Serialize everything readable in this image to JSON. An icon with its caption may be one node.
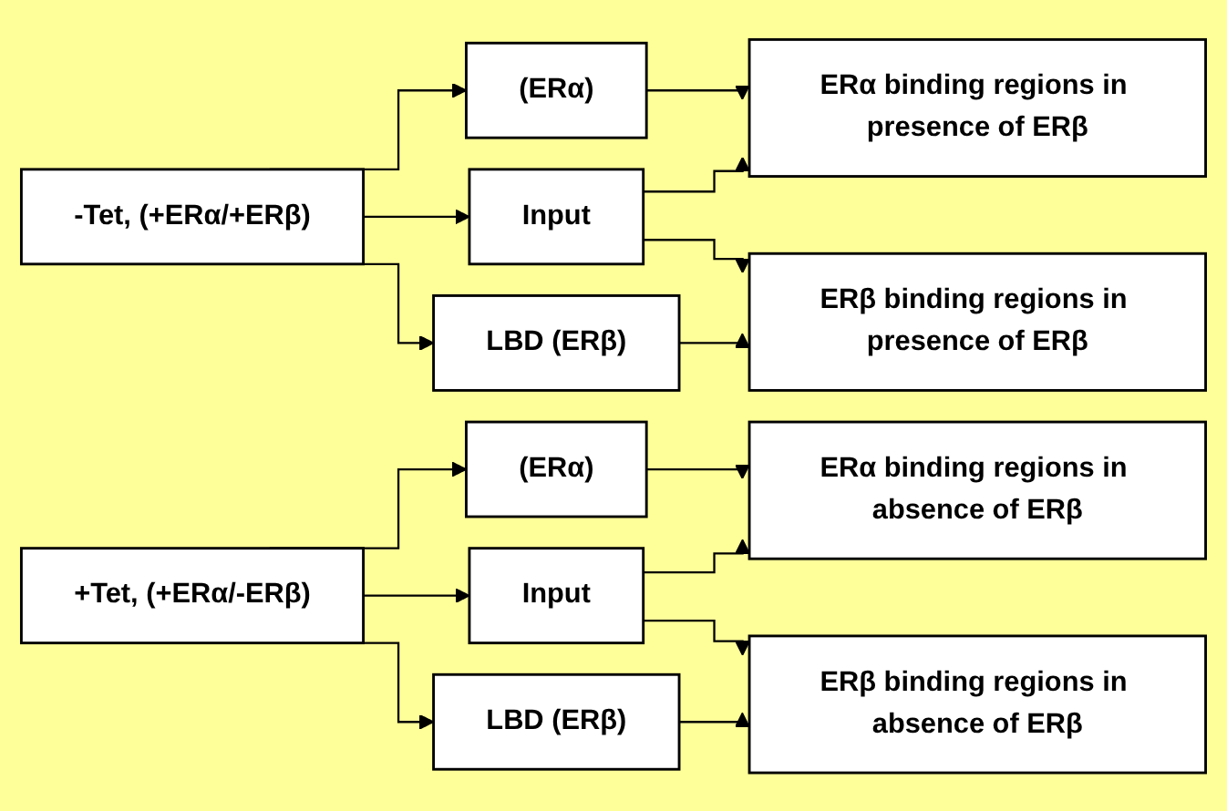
{
  "diagram": {
    "nodes": [
      {
        "text": [
          "-Tet, (+ERα/+ERβ)"
        ]
      },
      {
        "text": [
          "(ERα)"
        ]
      },
      {
        "text": [
          "Input"
        ]
      },
      {
        "text": [
          "LBD (ERβ)"
        ]
      },
      {
        "text": [
          "ERα binding regions in presence of ERβ"
        ]
      },
      {
        "text": [
          "ERβ binding regions in presence of ERβ"
        ]
      },
      {
        "text": [
          "+Tet, (+ERα/-ERβ)"
        ]
      },
      {
        "text": [
          "(ERα)"
        ]
      },
      {
        "text": [
          "Input"
        ]
      },
      {
        "text": [
          "LBD (ERβ)"
        ]
      },
      {
        "text": [
          "ERα binding regions in absence of ERβ"
        ]
      },
      {
        "text": [
          "ERβ binding regions in absence of ERβ"
        ]
      }
    ],
    "edges": [
      {
        "from": 0,
        "to": 1,
        "arrow": "to"
      },
      {
        "from": 0,
        "to": 2,
        "arrow": "to"
      },
      {
        "from": 0,
        "to": 3,
        "arrow": "to"
      },
      {
        "from": 1,
        "to": 4,
        "arrow": "to"
      },
      {
        "from": 2,
        "to": 4,
        "arrow": "to"
      },
      {
        "from": 2,
        "to": 5,
        "arrow": "to"
      },
      {
        "from": 3,
        "to": 5,
        "arrow": "to"
      },
      {
        "from": 6,
        "to": 7,
        "arrow": "to"
      },
      {
        "from": 6,
        "to": 8,
        "arrow": "to"
      },
      {
        "from": 6,
        "to": 9,
        "arrow": "to"
      },
      {
        "from": 7,
        "to": 10,
        "arrow": "to"
      },
      {
        "from": 8,
        "to": 10,
        "arrow": "to"
      },
      {
        "from": 8,
        "to": 11,
        "arrow": "to"
      },
      {
        "from": 9,
        "to": 11,
        "arrow": "to"
      }
    ]
  }
}
